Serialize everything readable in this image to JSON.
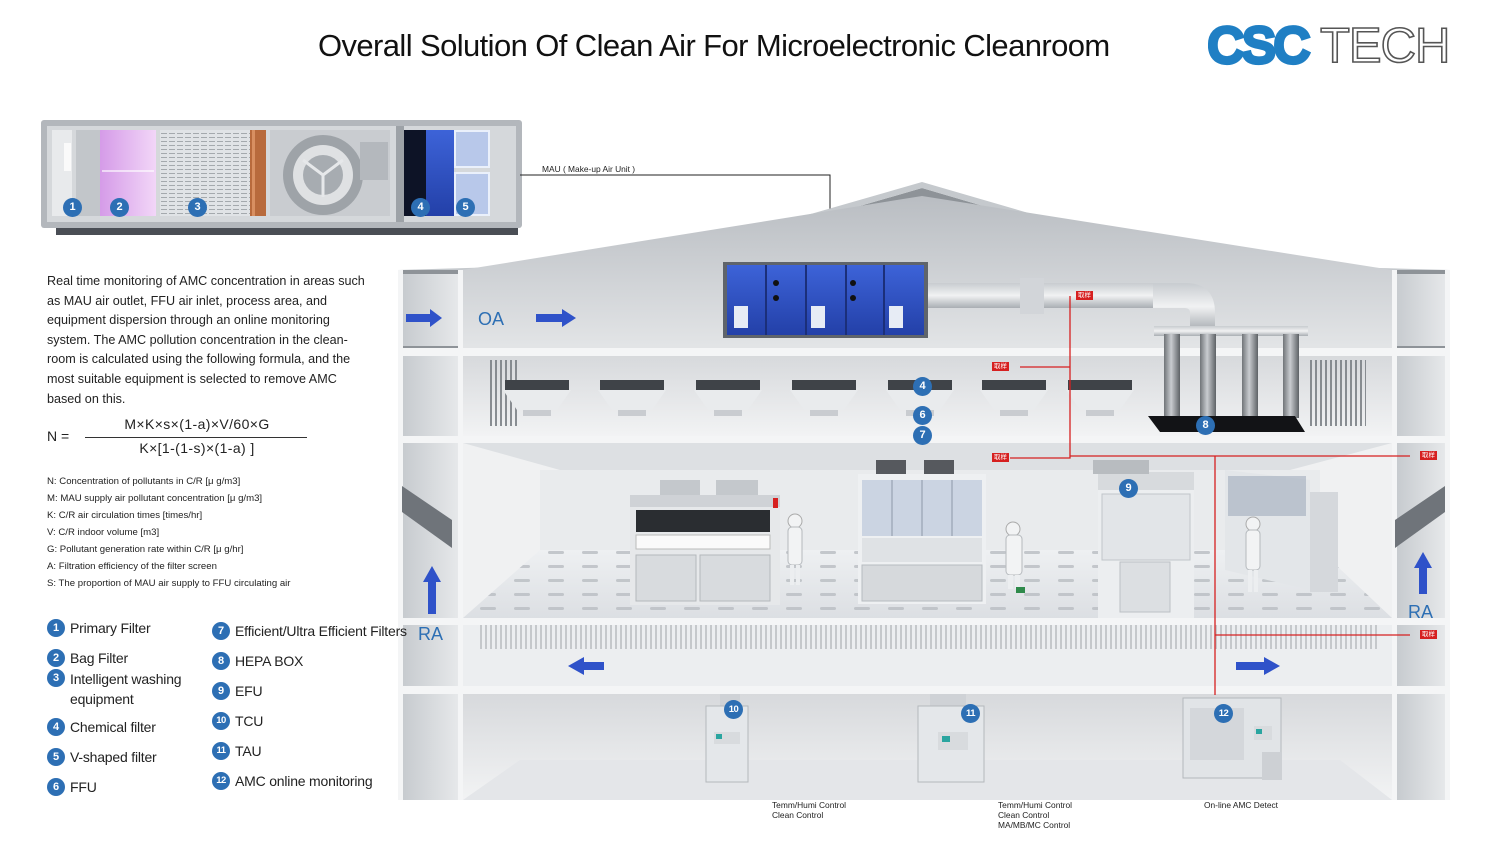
{
  "title": "Overall Solution Of Clean Air For Microelectronic Cleanroom",
  "logo": {
    "part1": "CSC",
    "part2": "TECH"
  },
  "mau_caption": "MAU ( Make-up Air Unit )",
  "description": "Real time monitoring of AMC concentration in areas such as MAU air outlet, FFU air inlet, process area, and equipment dispersion through an online monitoring system. The AMC pollution concentration in the clean-room is calculated using the following formula, and the most suitable equipment is selected to remove AMC based on this.",
  "formula": {
    "lhs": "N =",
    "numerator": "M×K×s×(1-a)×V/60×G",
    "denominator": "K×[1-(1-s)×(1-a) ]"
  },
  "definitions": [
    "N: Concentration of pollutants in C/R [μ g/m3]",
    "M: MAU supply air pollutant concentration [μ g/m3]",
    "K: C/R air circulation times [times/hr]",
    "V: C/R indoor volume [m3]",
    "G: Pollutant generation rate within C/R [μ g/hr]",
    "A: Filtration efficiency of the filter screen",
    "S: The proportion of MAU air supply to FFU circulating air"
  ],
  "legend": [
    {
      "num": "1",
      "label": "Primary Filter"
    },
    {
      "num": "2",
      "label": "Bag Filter"
    },
    {
      "num": "3",
      "label": "Intelligent washing equipment"
    },
    {
      "num": "4",
      "label": "Chemical filter"
    },
    {
      "num": "5",
      "label": "V-shaped filter"
    },
    {
      "num": "6",
      "label": "FFU"
    },
    {
      "num": "7",
      "label": "Efficient/Ultra Efficient Filters"
    },
    {
      "num": "8",
      "label": "HEPA BOX"
    },
    {
      "num": "9",
      "label": "EFU"
    },
    {
      "num": "10",
      "label": "TCU"
    },
    {
      "num": "11",
      "label": "TAU"
    },
    {
      "num": "12",
      "label": "AMC online monitoring"
    }
  ],
  "flow_labels": {
    "oa": "OA",
    "ra_left": "RA",
    "ra_right": "RA"
  },
  "sample_tag": "取样",
  "bottom_captions": {
    "tcu": "Temm/Humi Control\nClean Control",
    "tau": "Temm/Humi Control\nClean Control\nMA/MB/MC Control",
    "amc": "On-line AMC Detect"
  },
  "colors": {
    "badge": "#2d6fb4",
    "logo": "#1f7fc4",
    "sample_line": "#d62020",
    "mau_blue": "#2f52c9"
  }
}
